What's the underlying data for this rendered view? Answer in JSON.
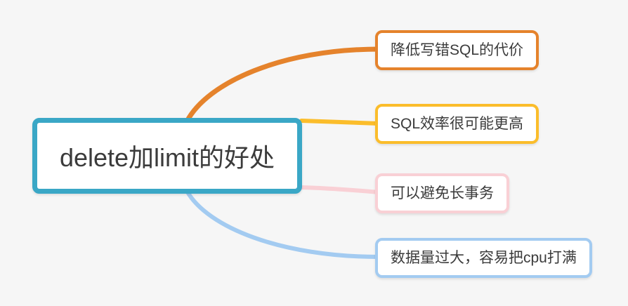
{
  "canvas": {
    "background_color": "#f6f6f6"
  },
  "mindmap": {
    "root": {
      "label": "delete加limit的好处",
      "border_color": "#3aa7c6",
      "fill_color": "#ffffff",
      "text_color": "#3b3b3b"
    },
    "branches": [
      {
        "label": "降低写错SQL的代价",
        "color": "#e5832c"
      },
      {
        "label": "SQL效率很可能更高",
        "color": "#fbbd2b"
      },
      {
        "label": "可以避免长事务",
        "color": "#f9d0d5"
      },
      {
        "label": "数据量过大，容易把cpu打满",
        "color": "#a3cbf1"
      }
    ]
  }
}
